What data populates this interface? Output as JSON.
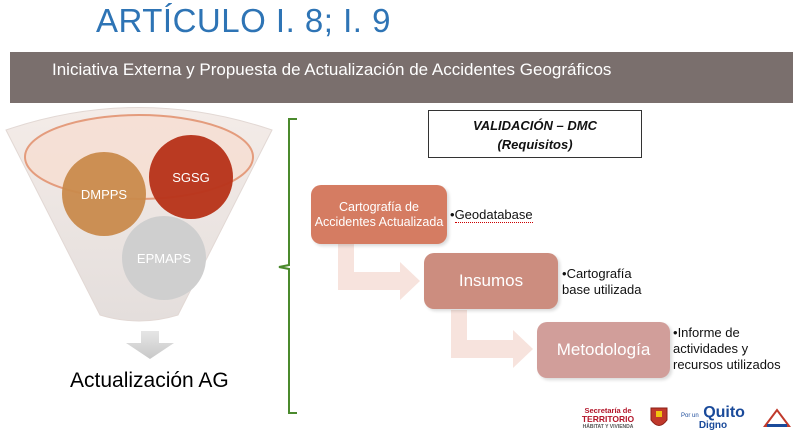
{
  "title": "ARTÍCULO I. 8; I. 9",
  "banner": "Iniciativa Externa y Propuesta de Actualización de Accidentes Geográficos",
  "funnel": {
    "circles": [
      "DMPPS",
      "SGSG",
      "EPMAPS"
    ],
    "result": "Actualización AG"
  },
  "validation": {
    "line1": "VALIDACIÓN – DMC",
    "line2": "(Requisitos)"
  },
  "steps": [
    {
      "label": "Cartografía de Accidentes Actualizada",
      "note": "Geodatabase"
    },
    {
      "label": "Insumos",
      "note": "Cartografía base utilizada"
    },
    {
      "label": "Metodología",
      "note": "Informe de actividades y recursos utilizados"
    }
  ],
  "logos": {
    "secretaria": [
      "Secretaría de",
      "TERRITORIO",
      "HÁBITAT Y VIVIENDA"
    ],
    "quito": [
      "Por un",
      "Quito",
      "Digno"
    ]
  },
  "colors": {
    "title": "#2e74b5",
    "banner": "#7a6f6d",
    "sgsg": "#b8351c",
    "dmpps": "#c98a4c",
    "epmaps": "#c9c9c9",
    "brace": "#4b8a2d"
  }
}
